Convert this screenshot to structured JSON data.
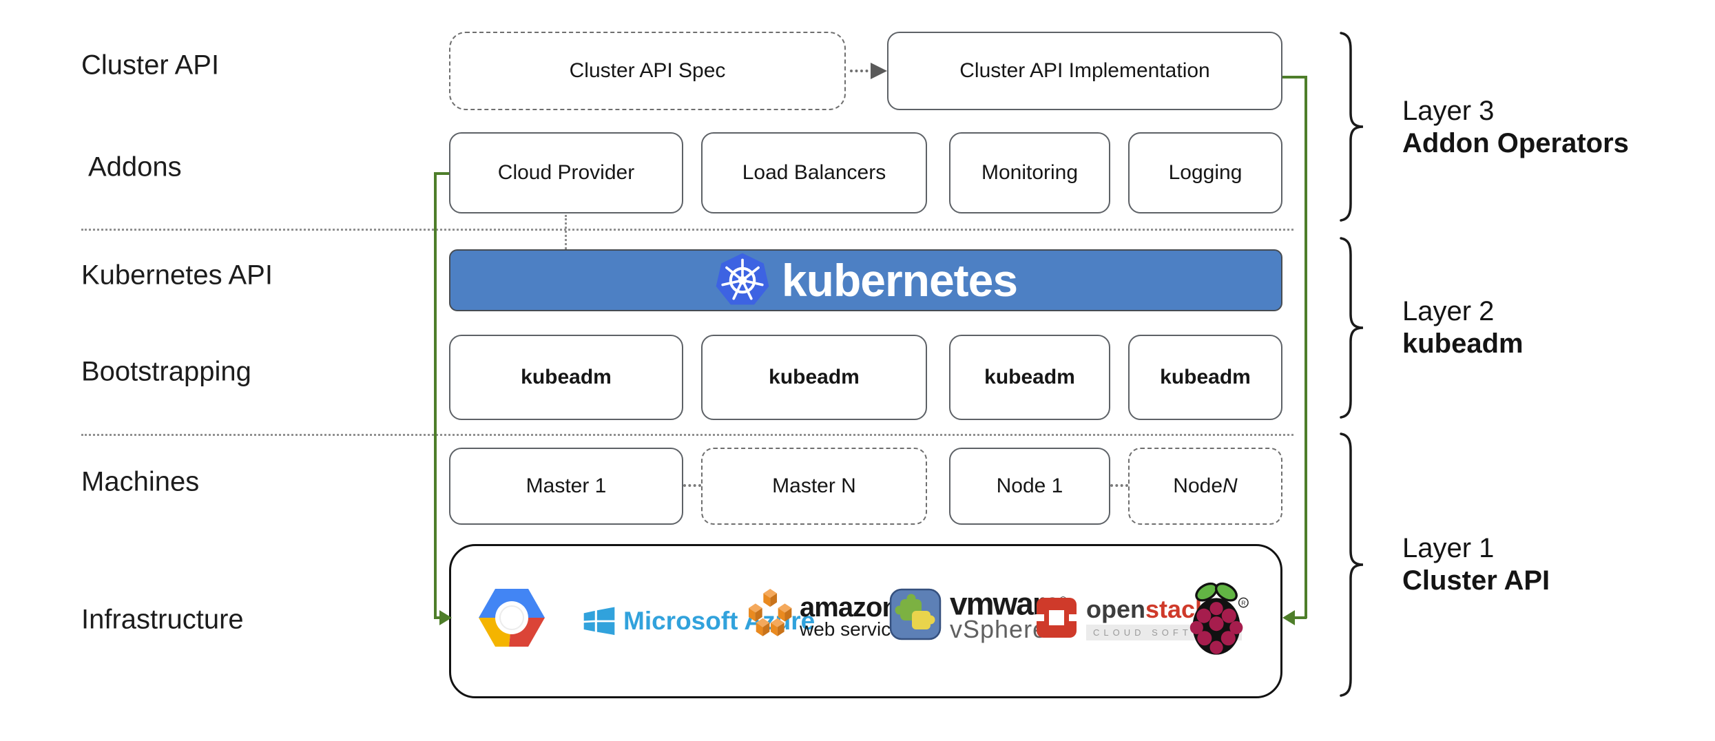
{
  "colors": {
    "accent_green": "#4e7e2a",
    "banner_blue": "#4d80c4",
    "k8s_logo_blue": "#3d63e2",
    "azure_blue": "#31a2dc",
    "openstack_red": "#cf3a2a"
  },
  "row_labels": {
    "cluster_api": "Cluster API",
    "addons": "Addons",
    "kubernetes_api": "Kubernetes API",
    "bootstrapping": "Bootstrapping",
    "machines": "Machines",
    "infrastructure": "Infrastructure"
  },
  "cluster_api_row": {
    "spec": "Cluster API Spec",
    "implementation": "Cluster API Implementation"
  },
  "addons_row": [
    "Cloud Provider",
    "Load Balancers",
    "Monitoring",
    "Logging"
  ],
  "kubernetes_banner": "kubernetes",
  "bootstrapping_row": [
    "kubeadm",
    "kubeadm",
    "kubeadm",
    "kubeadm"
  ],
  "machines_row": {
    "master1": "Master 1",
    "masterN": "Master N",
    "node1": "Node 1",
    "nodeN_prefix": "Node ",
    "nodeN_var": "N"
  },
  "infrastructure_logos": {
    "azure_text": "Microsoft Azure",
    "aws_text": "amazon",
    "aws_subtext": "web services",
    "vmware_text": "vmware",
    "vmware_reg": "®",
    "vmware_subtext": "vSphere",
    "openstack_text_dark": "open",
    "openstack_text_red": "stack",
    "openstack_tm": "™",
    "openstack_subtext": "CLOUD SOFTWARE"
  },
  "layer_annotations": [
    {
      "line1": "Layer 3",
      "line2": "Addon Operators"
    },
    {
      "line1": "Layer 2",
      "line2": "kubeadm"
    },
    {
      "line1": "Layer 1",
      "line2": "Cluster API"
    }
  ]
}
